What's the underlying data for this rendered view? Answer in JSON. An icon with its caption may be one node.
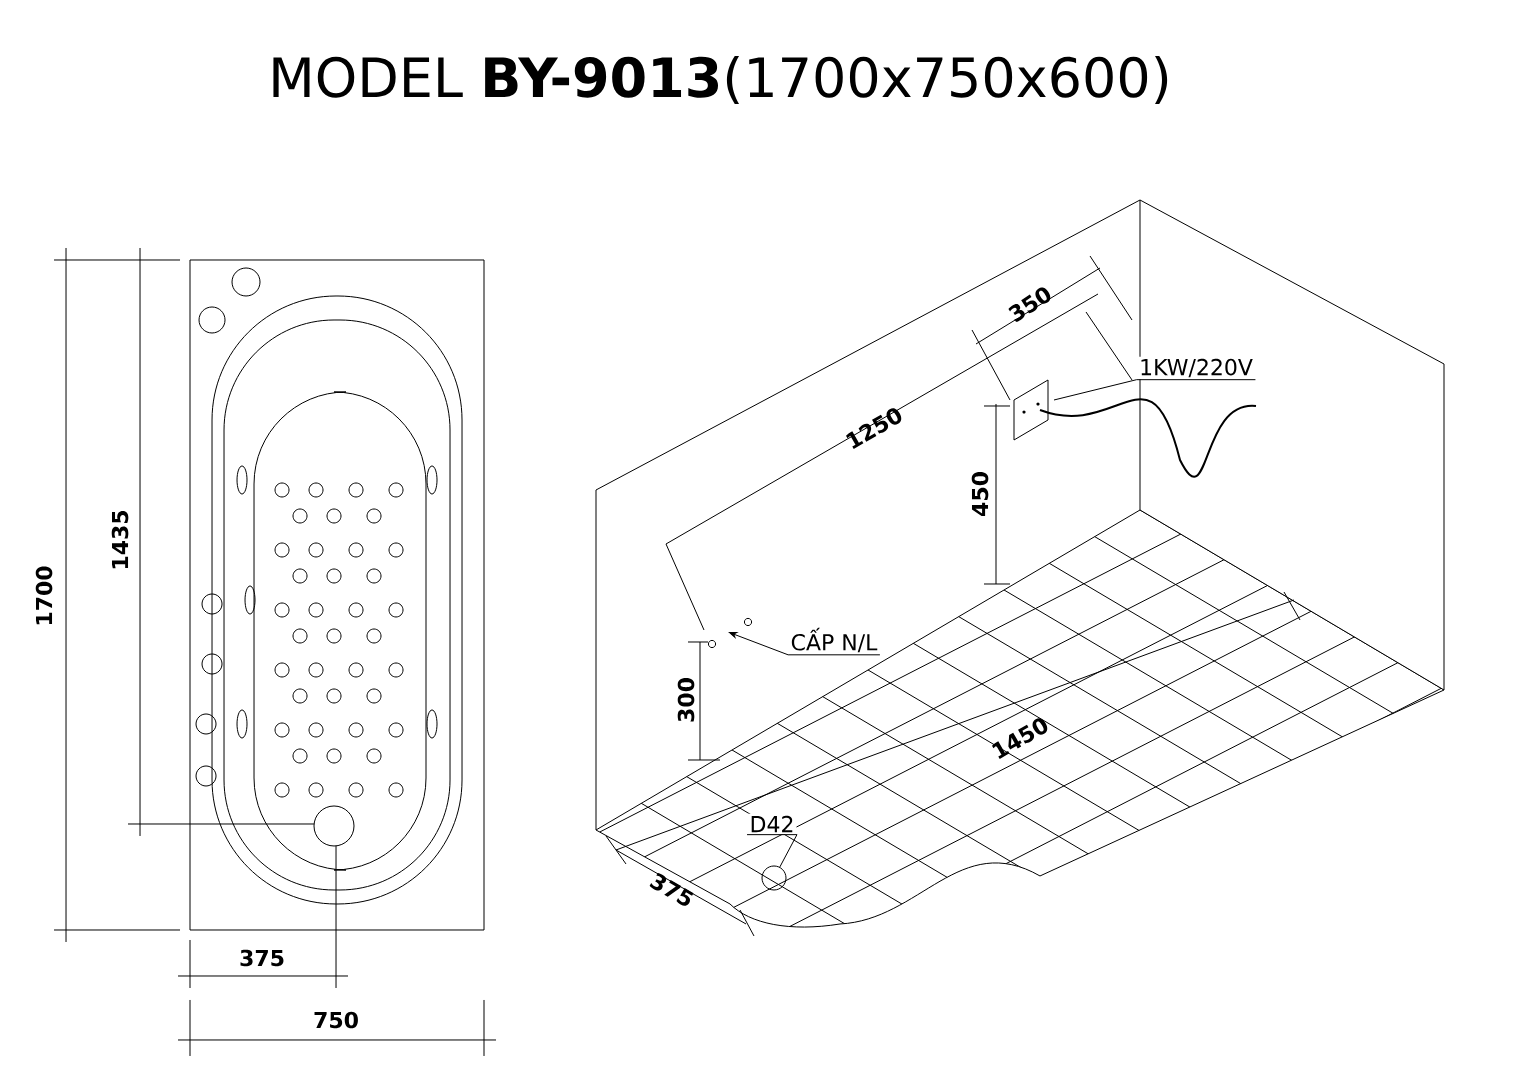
{
  "diagram": {
    "title": "MODEL **BY-9013**(1700x750x600)",
    "nodes": [
      {
        "text": [
          "1KW/220V"
        ]
      },
      {
        "text": [
          "CẤP N/L"
        ]
      },
      {
        "text": [
          "D42"
        ]
      },
      {
        "text": [],
        "shape": "circle"
      }
    ],
    "edges": [
      {
        "from": 0,
        "to": null,
        "arrow": "none"
      },
      {
        "from": 1,
        "to": null,
        "arrow": "to"
      },
      {
        "from": 2,
        "to": 3,
        "arrow": "none"
      }
    ],
    "labels": [
      "1700",
      "1435",
      "375",
      "750",
      "350",
      "1250",
      "450",
      "300",
      "1450",
      "375"
    ]
  }
}
